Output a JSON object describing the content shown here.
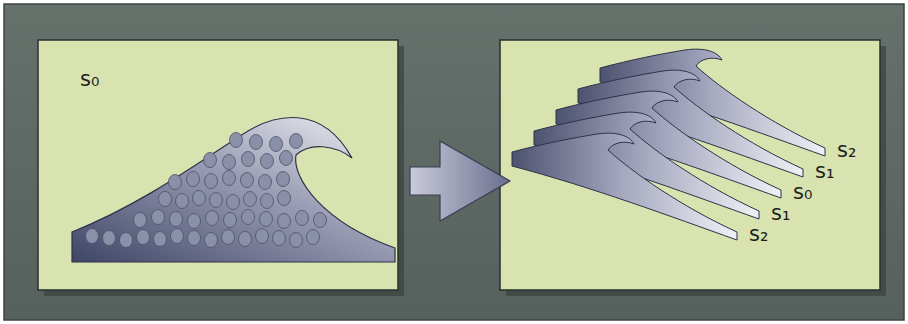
{
  "diagram": {
    "nodes": [
      {
        "text": [
          "s₀"
        ]
      },
      {
        "text": [
          "s₂",
          "s₁",
          "s₀",
          "s₁",
          "s₂"
        ]
      }
    ],
    "edges": [
      {
        "from": 0,
        "to": 1,
        "arrow": "to"
      }
    ]
  }
}
